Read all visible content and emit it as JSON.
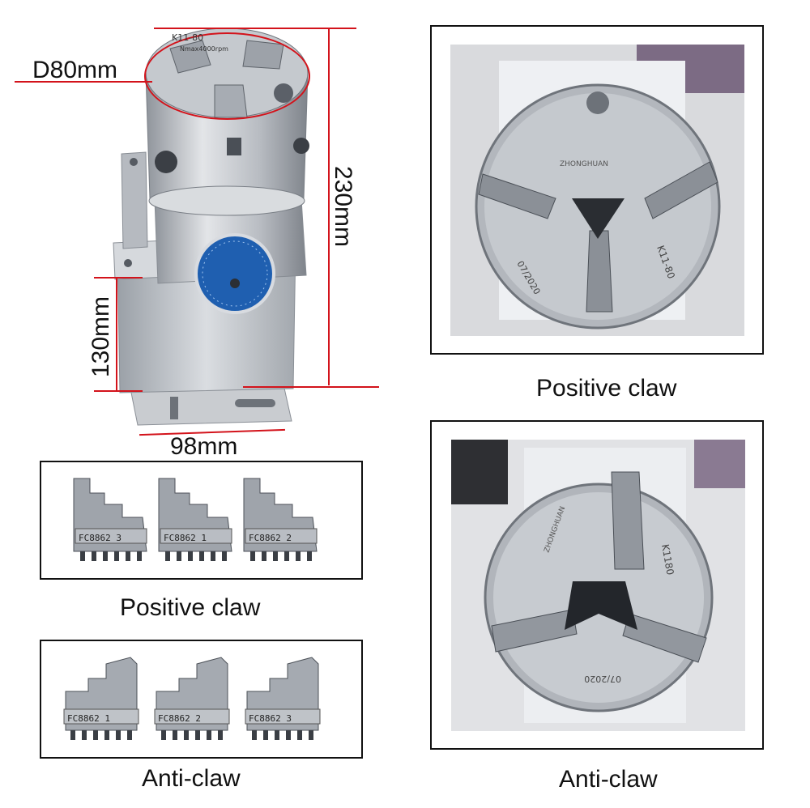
{
  "dimensions": {
    "diameter": "D80mm",
    "height_total": "230mm",
    "height_base": "130mm",
    "width": "98mm"
  },
  "captions": {
    "jaws_positive": "Positive claw",
    "jaws_anti": "Anti-claw",
    "photo_positive": "Positive claw",
    "photo_anti": "Anti-claw"
  },
  "chuck_face": {
    "model": "K11-80",
    "brand": "ZHONGHUAN",
    "rpm": "Nmax4000rpm",
    "date": "07/2020"
  },
  "jaw_codes_positive": [
    "FC8862 3",
    "FC8862 1",
    "FC8862 2"
  ],
  "jaw_codes_anti": [
    "FC8862 1",
    "FC8862 2",
    "FC8862 3"
  ],
  "colors": {
    "dimension_line": "#d3131b",
    "dial": "#1f5fb0",
    "metal": "#b8bcc2"
  }
}
